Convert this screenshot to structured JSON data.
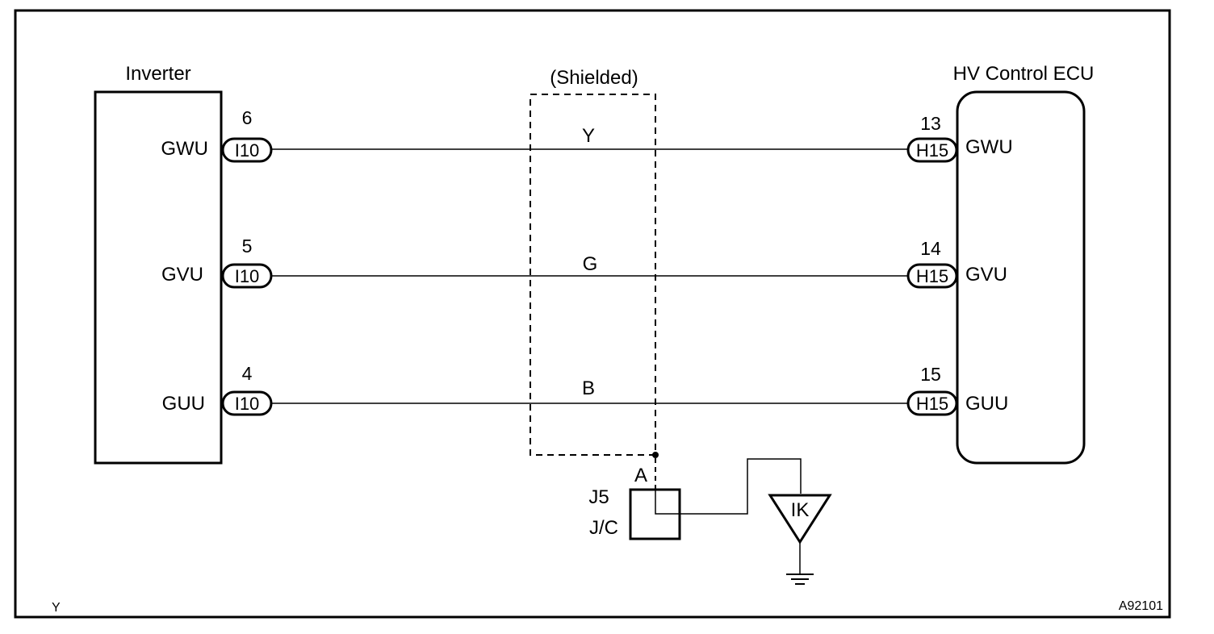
{
  "inverter": {
    "title": "Inverter",
    "terminals": [
      {
        "name": "GWU",
        "pin": "6",
        "connector": "I10"
      },
      {
        "name": "GVU",
        "pin": "5",
        "connector": "I10"
      },
      {
        "name": "GUU",
        "pin": "4",
        "connector": "I10"
      }
    ]
  },
  "ecu": {
    "title": "HV Control ECU",
    "terminals": [
      {
        "name": "GWU",
        "pin": "13",
        "connector": "H15"
      },
      {
        "name": "GVU",
        "pin": "14",
        "connector": "H15"
      },
      {
        "name": "GUU",
        "pin": "15",
        "connector": "H15"
      }
    ]
  },
  "wires": [
    {
      "color_code": "Y"
    },
    {
      "color_code": "G"
    },
    {
      "color_code": "B"
    }
  ],
  "shield": {
    "label": "(Shielded)"
  },
  "junction": {
    "pin": "A",
    "id": "J5",
    "type": "J/C"
  },
  "ground": {
    "label": "IK"
  },
  "footer": {
    "left": "Y",
    "right": "A92101"
  }
}
